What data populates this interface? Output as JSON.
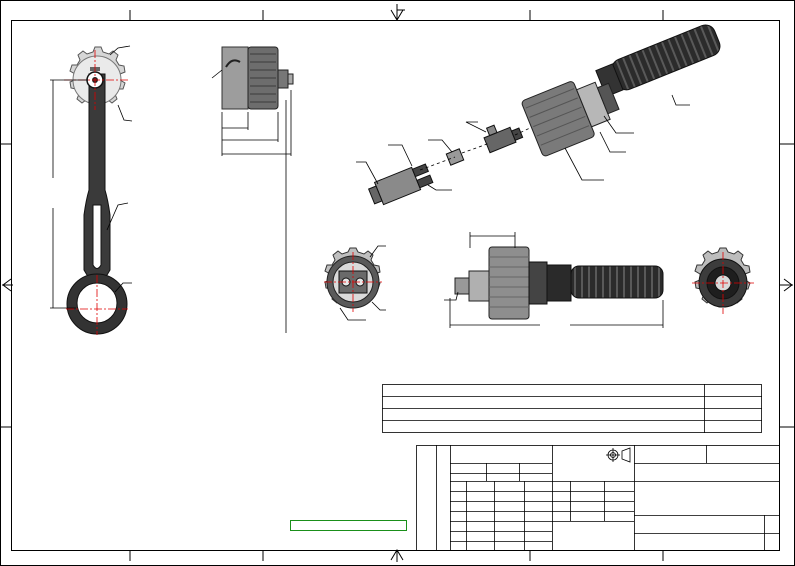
{
  "sheet": {
    "kind": "engineering-drawing",
    "projection_symbol": "third-angle-projection-icon",
    "colors": {
      "line": "#000000",
      "body_dark": "#2e2e2e",
      "body_grey": "#8d8d8d",
      "body_light": "#cfcfcf",
      "centerline": "#e00000",
      "note_box": "#1a8f1a"
    }
  },
  "views": [
    "cap-with-lanyard-view",
    "side-view",
    "exploded-isometric-view",
    "front-face-view",
    "assembled-side-view",
    "rear-end-view"
  ],
  "revision_table": {
    "rows": 4,
    "columns": 2
  },
  "title_block": {
    "note_box": ""
  }
}
